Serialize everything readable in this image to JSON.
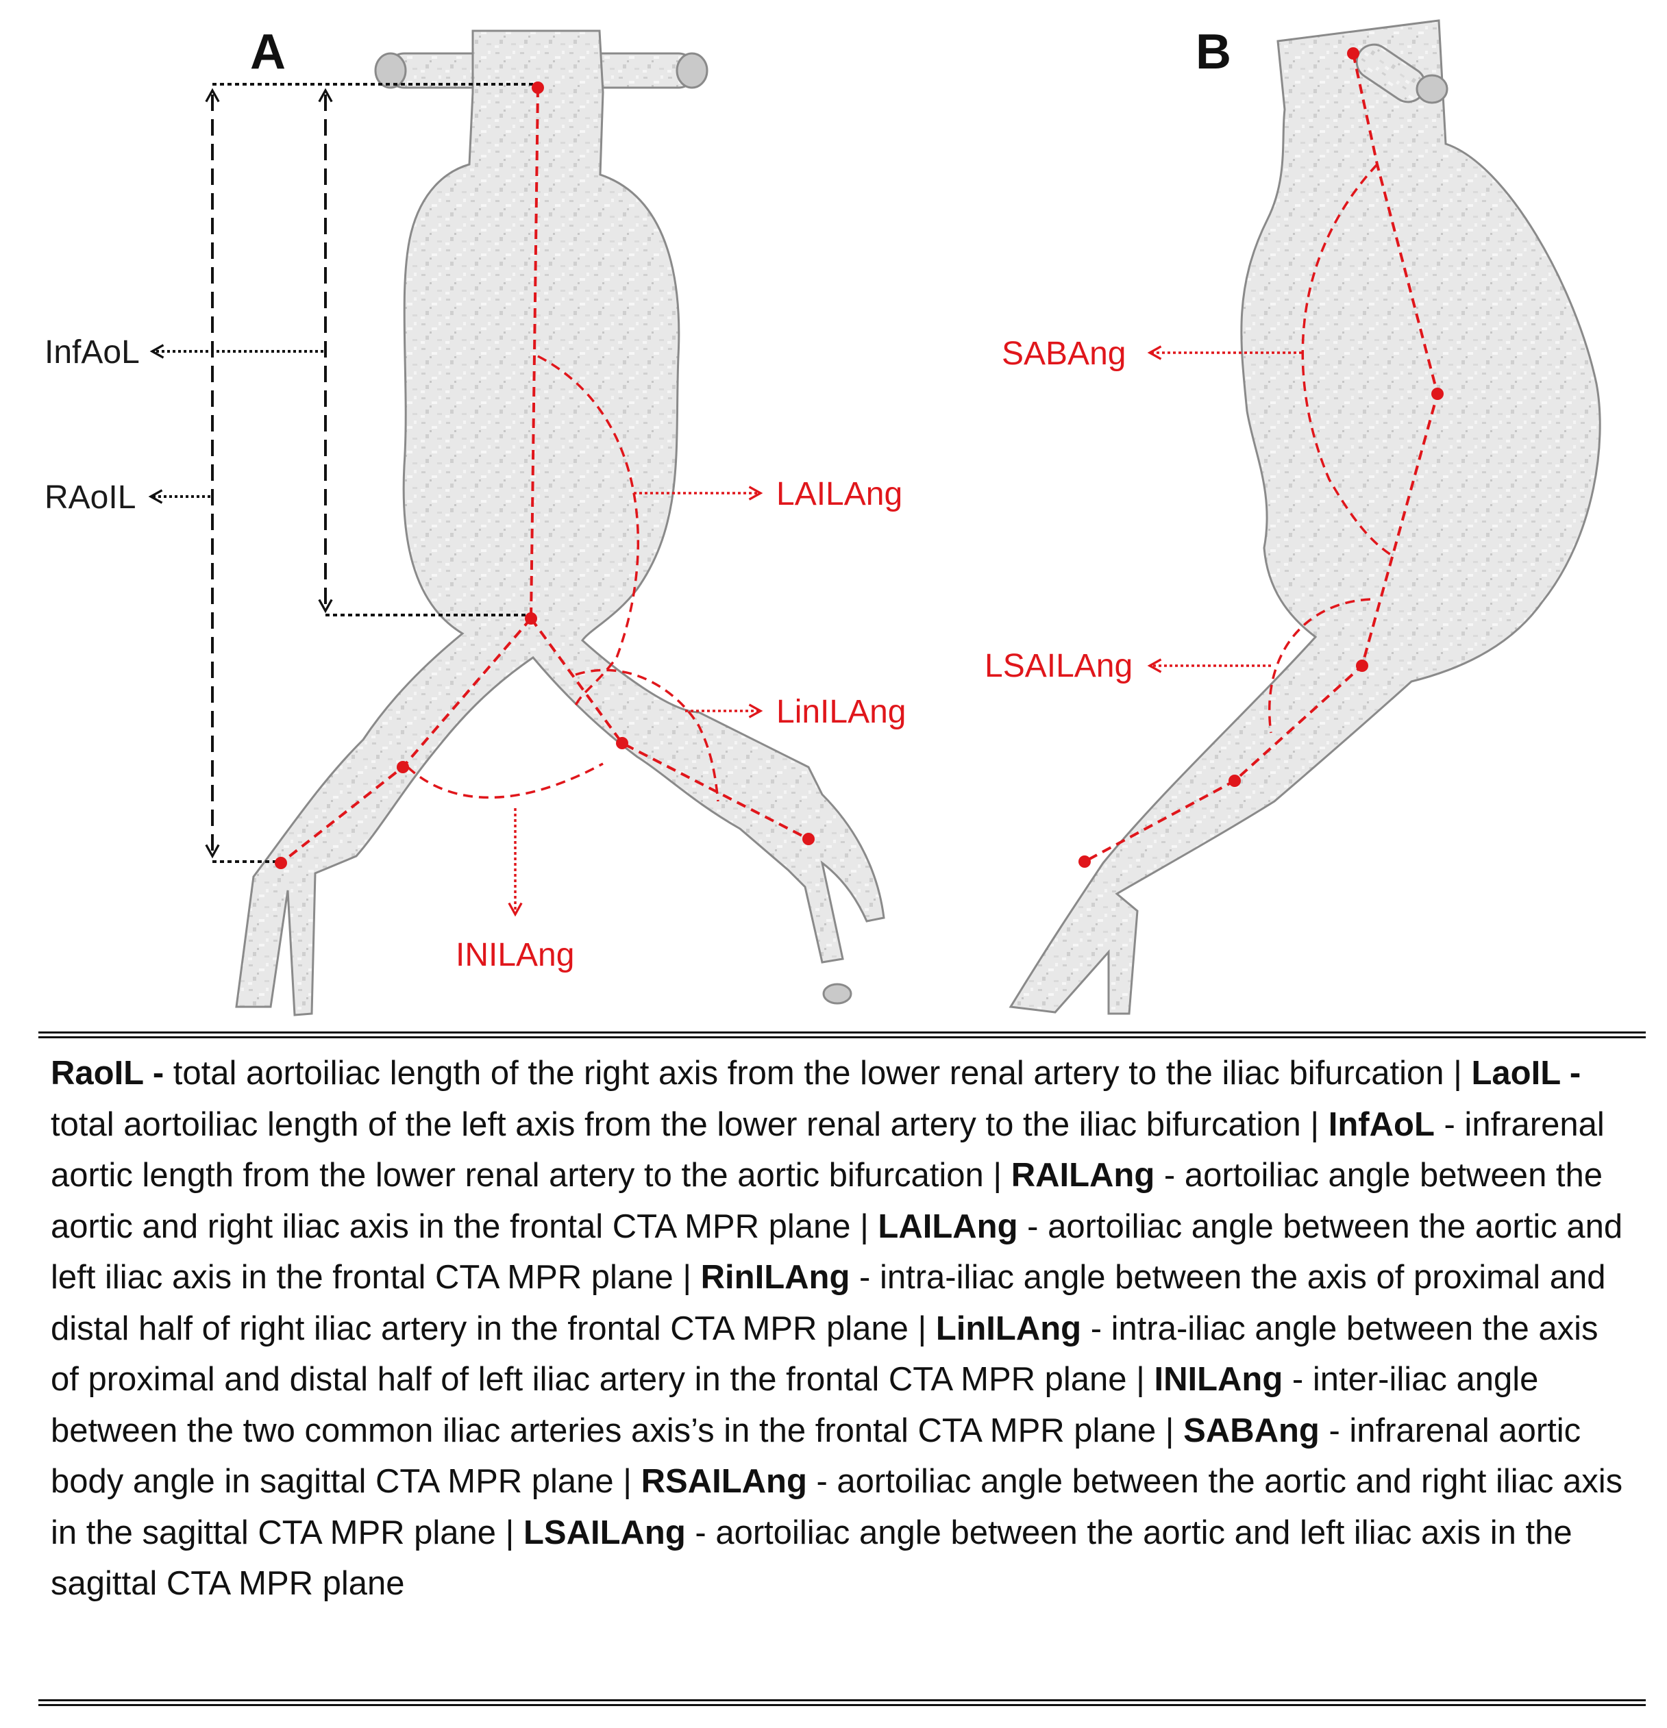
{
  "panels": {
    "a_letter": "A",
    "b_letter": "B"
  },
  "labels": {
    "infaol": "InfAoL",
    "raoil": "RAoIL",
    "lailang": "LAILAng",
    "linilang": "LinILAng",
    "inilang": "INILAng",
    "sabang": "SABAng",
    "lsailang": "LSAILAng"
  },
  "colors": {
    "accent_red": "#e0161b",
    "vessel_fill": "#e6e6e6",
    "vessel_stroke": "#8a8a8a",
    "text": "#111111"
  },
  "legend": {
    "items": [
      {
        "term": "RaoIL -",
        "desc": " total aortoiliac length of the right axis from the lower renal artery to the iliac bifurcation | "
      },
      {
        "term": "LaoIL -",
        "desc": " total aortoiliac length of the left axis from the lower renal artery to the iliac bifurcation | "
      },
      {
        "term": "InfAoL",
        "desc": " - infrarenal aortic length from the lower renal artery to the aortic bifurcation | "
      },
      {
        "term": "RAILAng",
        "desc": " - aortoiliac angle between the aortic and right iliac axis in the frontal CTA MPR plane | "
      },
      {
        "term": "LAILAng",
        "desc": " - aortoiliac angle between the aortic and left iliac axis in the frontal CTA MPR plane | "
      },
      {
        "term": "RinILAng",
        "desc": "  - intra-iliac angle between the axis of proximal and distal half of right iliac artery in the frontal CTA MPR plane | "
      },
      {
        "term": "LinILAng",
        "desc": "  - intra-iliac angle between the axis of proximal and distal half of left iliac artery in the frontal CTA MPR plane | "
      },
      {
        "term": "INILAng",
        "desc": " -  inter-iliac angle between the two common iliac arteries axis’s in the frontal CTA MPR plane | "
      },
      {
        "term": "SABAng",
        "desc": " - infrarenal aortic body angle in sagittal CTA MPR plane | "
      },
      {
        "term": "RSAILAng",
        "desc": " - aortoiliac angle between the aortic and right iliac axis in the sagittal CTA MPR plane | "
      },
      {
        "term": "LSAILAng",
        "desc": " - aortoiliac angle between the aortic and  left iliac axis in the sagittal CTA MPR plane"
      }
    ]
  }
}
